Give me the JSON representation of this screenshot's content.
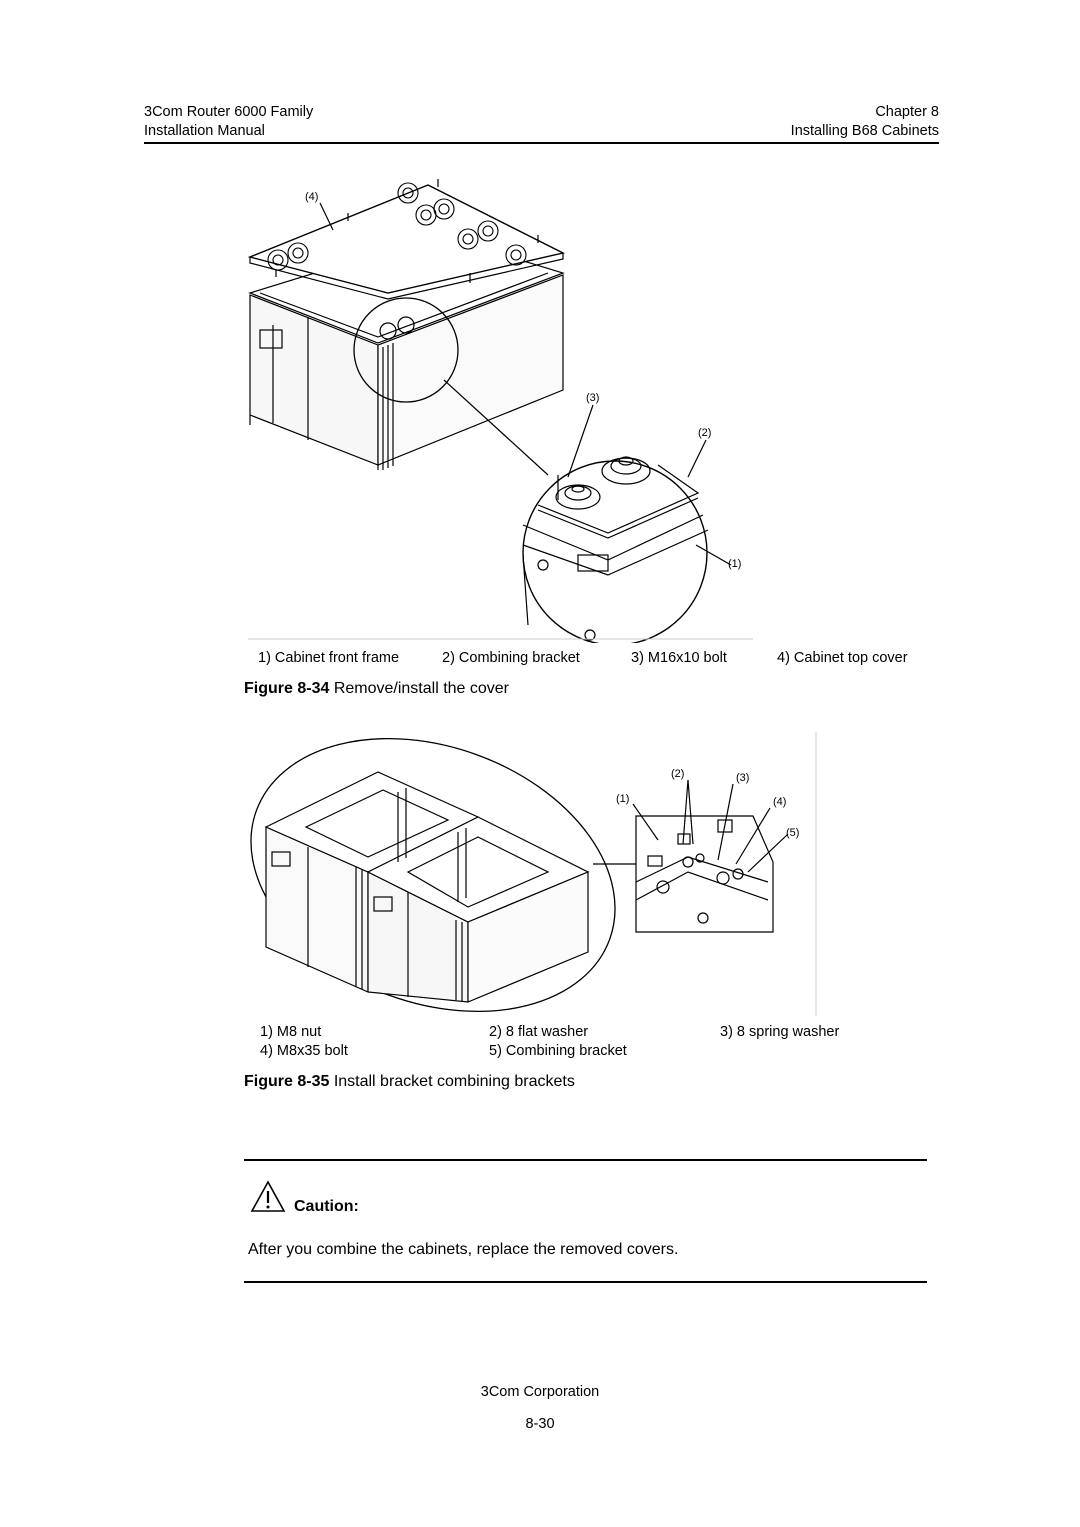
{
  "header": {
    "left_line1": "3Com Router 6000 Family",
    "left_line2": "Installation Manual",
    "right_line1": "Chapter 8",
    "right_line2": "Installing B68 Cabinets"
  },
  "figure_34": {
    "callouts": [
      "(4)",
      "(3)",
      "(2)",
      "(1)"
    ],
    "legend": [
      "1) Cabinet front frame",
      "2) Combining bracket",
      "3) M16x10 bolt",
      "4) Cabinet top cover"
    ],
    "caption_number": "Figure 8-34",
    "caption_text": "Remove/install the cover"
  },
  "figure_35": {
    "callouts": [
      "(1)",
      "(2)",
      "(3)",
      "(4)",
      "(5)"
    ],
    "legend": [
      "1) M8 nut",
      "2) 8 flat washer",
      "3) 8 spring washer",
      "4) M8x35 bolt",
      "5) Combining bracket"
    ],
    "caption_number": "Figure 8-35",
    "caption_text": "Install bracket combining brackets"
  },
  "caution": {
    "title": "Caution:",
    "text": "After you combine the cabinets, replace the removed covers."
  },
  "footer": {
    "company": "3Com Corporation",
    "page": "8-30"
  }
}
